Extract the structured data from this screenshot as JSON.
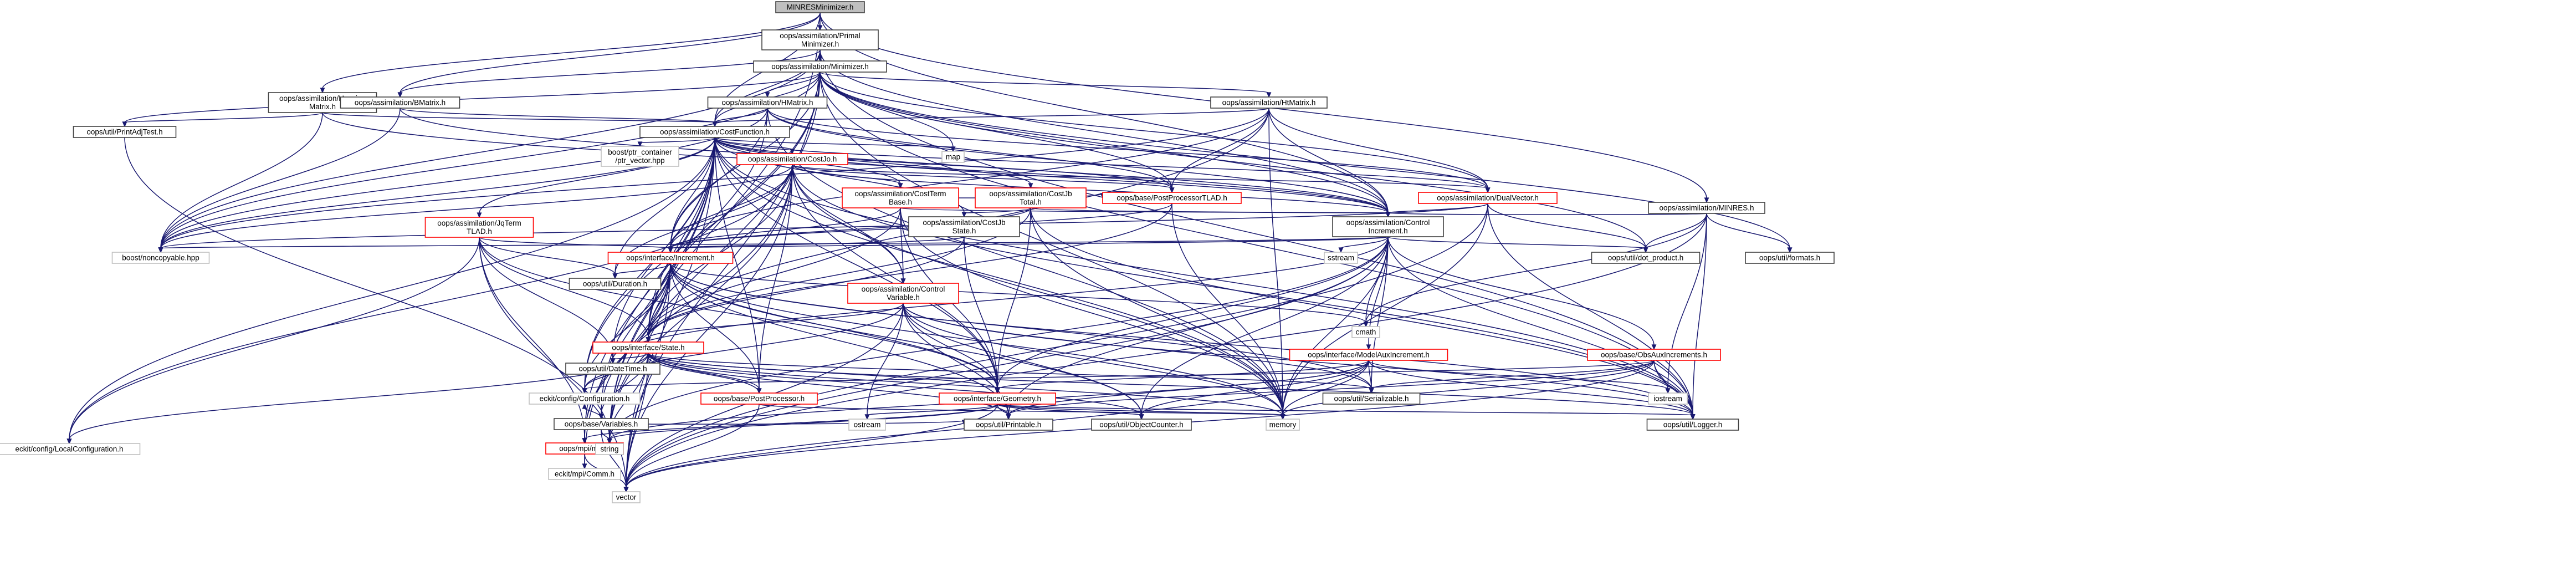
{
  "diagram": {
    "title": "MINRESMinimizer.h include dependency graph",
    "colors": {
      "root_fill": "#bfbfbf",
      "node_fill": "#ffffff",
      "node_stroke": "#404040",
      "missing_stroke": "#bfbfbf",
      "linked_text": "#000000",
      "red_text": "#000000",
      "edge": "#191970",
      "red_border": "#ff0000"
    },
    "nodes": [
      {
        "id": "root",
        "lines": [
          "MINRESMinimizer.h"
        ],
        "style": "root"
      },
      {
        "id": "primal",
        "lines": [
          "oops/assimilation/Primal",
          "Minimizer.h"
        ],
        "style": "normal"
      },
      {
        "id": "minimizer",
        "lines": [
          "oops/assimilation/Minimizer.h"
        ],
        "style": "normal"
      },
      {
        "id": "hessian",
        "lines": [
          "oops/assimilation/Hessian",
          "Matrix.h"
        ],
        "style": "normal"
      },
      {
        "id": "bmatrix",
        "lines": [
          "oops/assimilation/BMatrix.h"
        ],
        "style": "normal"
      },
      {
        "id": "hmatrix",
        "lines": [
          "oops/assimilation/HMatrix.h"
        ],
        "style": "normal"
      },
      {
        "id": "htmatrix",
        "lines": [
          "oops/assimilation/HtMatrix.h"
        ],
        "style": "normal"
      },
      {
        "id": "minres",
        "lines": [
          "oops/assimilation/MINRES.h"
        ],
        "style": "normal"
      },
      {
        "id": "printadj",
        "lines": [
          "oops/util/PrintAdjTest.h"
        ],
        "style": "normal"
      },
      {
        "id": "costfunc",
        "lines": [
          "oops/assimilation/CostFunction.h"
        ],
        "style": "normal"
      },
      {
        "id": "ptrcontainer",
        "lines": [
          "boost/ptr_container",
          "/ptr_vector.hpp"
        ],
        "style": "missing"
      },
      {
        "id": "map",
        "lines": [
          "map"
        ],
        "style": "missing"
      },
      {
        "id": "costjo",
        "lines": [
          "oops/assimilation/CostJo.h"
        ],
        "style": "red"
      },
      {
        "id": "costtermbase",
        "lines": [
          "oops/assimilation/CostTerm",
          "Base.h"
        ],
        "style": "red"
      },
      {
        "id": "costjbtotal",
        "lines": [
          "oops/assimilation/CostJb",
          "Total.h"
        ],
        "style": "red"
      },
      {
        "id": "postprocTLAD",
        "lines": [
          "oops/base/PostProcessorTLAD.h"
        ],
        "style": "red"
      },
      {
        "id": "dualvector",
        "lines": [
          "oops/assimilation/DualVector.h"
        ],
        "style": "red"
      },
      {
        "id": "jqterm",
        "lines": [
          "oops/assimilation/JqTerm",
          "TLAD.h"
        ],
        "style": "red"
      },
      {
        "id": "costjbstate",
        "lines": [
          "oops/assimilation/CostJb",
          "State.h"
        ],
        "style": "normal"
      },
      {
        "id": "controlinc",
        "lines": [
          "oops/assimilation/Control",
          "Increment.h"
        ],
        "style": "normal"
      },
      {
        "id": "noncopy",
        "lines": [
          "boost/noncopyable.hpp"
        ],
        "style": "missing"
      },
      {
        "id": "increment",
        "lines": [
          "oops/interface/Increment.h"
        ],
        "style": "red"
      },
      {
        "id": "controlvar",
        "lines": [
          "oops/assimilation/Control",
          "Variable.h"
        ],
        "style": "red"
      },
      {
        "id": "sstream",
        "lines": [
          "sstream"
        ],
        "style": "missing"
      },
      {
        "id": "dotproduct",
        "lines": [
          "oops/util/dot_product.h"
        ],
        "style": "normal"
      },
      {
        "id": "formats",
        "lines": [
          "oops/util/formats.h"
        ],
        "style": "normal"
      },
      {
        "id": "duration",
        "lines": [
          "oops/util/Duration.h"
        ],
        "style": "normal"
      },
      {
        "id": "cmath",
        "lines": [
          "cmath"
        ],
        "style": "missing"
      },
      {
        "id": "modelauxinc",
        "lines": [
          "oops/interface/ModelAuxIncrement.h"
        ],
        "style": "red"
      },
      {
        "id": "obsauxinc",
        "lines": [
          "oops/base/ObsAuxIncrements.h"
        ],
        "style": "red"
      },
      {
        "id": "state",
        "lines": [
          "oops/interface/State.h"
        ],
        "style": "red"
      },
      {
        "id": "datetime",
        "lines": [
          "oops/util/DateTime.h"
        ],
        "style": "normal"
      },
      {
        "id": "eckitconfig",
        "lines": [
          "eckit/config/Configuration.h"
        ],
        "style": "missing"
      },
      {
        "id": "geometry",
        "lines": [
          "oops/interface/Geometry.h"
        ],
        "style": "red"
      },
      {
        "id": "serializable",
        "lines": [
          "oops/util/Serializable.h"
        ],
        "style": "normal"
      },
      {
        "id": "iostream",
        "lines": [
          "iostream"
        ],
        "style": "missing"
      },
      {
        "id": "basevars",
        "lines": [
          "oops/base/Variables.h"
        ],
        "style": "normal"
      },
      {
        "id": "postproc",
        "lines": [
          "oops/base/PostProcessor.h"
        ],
        "style": "red"
      },
      {
        "id": "ostream",
        "lines": [
          "ostream"
        ],
        "style": "missing"
      },
      {
        "id": "printable",
        "lines": [
          "oops/util/Printable.h"
        ],
        "style": "normal"
      },
      {
        "id": "objcounter",
        "lines": [
          "oops/util/ObjectCounter.h"
        ],
        "style": "normal"
      },
      {
        "id": "memory",
        "lines": [
          "memory"
        ],
        "style": "missing"
      },
      {
        "id": "logger",
        "lines": [
          "oops/util/Logger.h"
        ],
        "style": "normal"
      },
      {
        "id": "localconfig",
        "lines": [
          "eckit/config/LocalConfiguration.h"
        ],
        "style": "missing"
      },
      {
        "id": "mpimpi",
        "lines": [
          "oops/mpi/mpi.h"
        ],
        "style": "red"
      },
      {
        "id": "string",
        "lines": [
          "string"
        ],
        "style": "missing"
      },
      {
        "id": "eckitcomm",
        "lines": [
          "eckit/mpi/Comm.h"
        ],
        "style": "missing"
      },
      {
        "id": "vector",
        "lines": [
          "vector"
        ],
        "style": "missing"
      }
    ],
    "edges": [
      [
        "root",
        "primal"
      ],
      [
        "root",
        "minres"
      ],
      [
        "root",
        "controlinc"
      ],
      [
        "root",
        "costfunc"
      ],
      [
        "root",
        "hessian"
      ],
      [
        "root",
        "bmatrix"
      ],
      [
        "root",
        "string"
      ],
      [
        "primal",
        "minimizer"
      ],
      [
        "primal",
        "costfunc"
      ],
      [
        "primal",
        "controlinc"
      ],
      [
        "primal",
        "bmatrix"
      ],
      [
        "primal",
        "noncopy"
      ],
      [
        "primal",
        "logger"
      ],
      [
        "primal",
        "vector"
      ],
      [
        "minimizer",
        "hmatrix"
      ],
      [
        "minimizer",
        "htmatrix"
      ],
      [
        "minimizer",
        "costfunc"
      ],
      [
        "minimizer",
        "controlinc"
      ],
      [
        "minimizer",
        "dualvector"
      ],
      [
        "minimizer",
        "printadj"
      ],
      [
        "minimizer",
        "noncopy"
      ],
      [
        "minimizer",
        "logger"
      ],
      [
        "minimizer",
        "map"
      ],
      [
        "minimizer",
        "increment"
      ],
      [
        "minimizer",
        "state"
      ],
      [
        "minimizer",
        "postprocTLAD"
      ],
      [
        "minimizer",
        "dotproduct"
      ],
      [
        "minimizer",
        "formats"
      ],
      [
        "minimizer",
        "eckitconfig"
      ],
      [
        "minimizer",
        "string"
      ],
      [
        "minimizer",
        "memory"
      ],
      [
        "hessian",
        "costfunc"
      ],
      [
        "hessian",
        "controlinc"
      ],
      [
        "hessian",
        "printadj"
      ],
      [
        "hessian",
        "noncopy"
      ],
      [
        "bmatrix",
        "costfunc"
      ],
      [
        "bmatrix",
        "controlinc"
      ],
      [
        "bmatrix",
        "noncopy"
      ],
      [
        "hmatrix",
        "costfunc"
      ],
      [
        "hmatrix",
        "controlinc"
      ],
      [
        "hmatrix",
        "dualvector"
      ],
      [
        "hmatrix",
        "increment"
      ],
      [
        "hmatrix",
        "state"
      ],
      [
        "hmatrix",
        "postprocTLAD"
      ],
      [
        "hmatrix",
        "noncopy"
      ],
      [
        "hmatrix",
        "memory"
      ],
      [
        "htmatrix",
        "costfunc"
      ],
      [
        "htmatrix",
        "controlinc"
      ],
      [
        "htmatrix",
        "dualvector"
      ],
      [
        "htmatrix",
        "increment"
      ],
      [
        "htmatrix",
        "state"
      ],
      [
        "htmatrix",
        "postprocTLAD"
      ],
      [
        "htmatrix",
        "noncopy"
      ],
      [
        "htmatrix",
        "memory"
      ],
      [
        "minres",
        "controlinc"
      ],
      [
        "minres",
        "dotproduct"
      ],
      [
        "minres",
        "formats"
      ],
      [
        "minres",
        "logger"
      ],
      [
        "minres",
        "cmath"
      ],
      [
        "minres",
        "iostream"
      ],
      [
        "minres",
        "vector"
      ],
      [
        "printadj",
        "string"
      ],
      [
        "costfunc",
        "ptrcontainer"
      ],
      [
        "costfunc",
        "map"
      ],
      [
        "costfunc",
        "costjo"
      ],
      [
        "costfunc",
        "costtermbase"
      ],
      [
        "costfunc",
        "costjbtotal"
      ],
      [
        "costfunc",
        "postprocTLAD"
      ],
      [
        "costfunc",
        "dualvector"
      ],
      [
        "costfunc",
        "jqterm"
      ],
      [
        "costfunc",
        "costjbstate"
      ],
      [
        "costfunc",
        "controlinc"
      ],
      [
        "costfunc",
        "controlvar"
      ],
      [
        "costfunc",
        "noncopy"
      ],
      [
        "costfunc",
        "increment"
      ],
      [
        "costfunc",
        "state"
      ],
      [
        "costfunc",
        "geometry"
      ],
      [
        "costfunc",
        "duration"
      ],
      [
        "costfunc",
        "datetime"
      ],
      [
        "costfunc",
        "localconfig"
      ],
      [
        "costfunc",
        "mpimpi"
      ],
      [
        "costfunc",
        "eckitcomm"
      ],
      [
        "costfunc",
        "logger"
      ],
      [
        "costfunc",
        "basevars"
      ],
      [
        "costfunc",
        "postproc"
      ],
      [
        "costfunc",
        "eckitconfig"
      ],
      [
        "costfunc",
        "memory"
      ],
      [
        "costfunc",
        "string"
      ],
      [
        "costfunc",
        "vector"
      ],
      [
        "costjo",
        "costtermbase"
      ],
      [
        "costjo",
        "controlinc"
      ],
      [
        "costjo",
        "controlvar"
      ],
      [
        "costjo",
        "dualvector"
      ],
      [
        "costjo",
        "increment"
      ],
      [
        "costjo",
        "state"
      ],
      [
        "costjo",
        "geometry"
      ],
      [
        "costjo",
        "postproc"
      ],
      [
        "costjo",
        "postprocTLAD"
      ],
      [
        "costjo",
        "duration"
      ],
      [
        "costjo",
        "localconfig"
      ],
      [
        "costjo",
        "mpimpi"
      ],
      [
        "costjo",
        "logger"
      ],
      [
        "costjo",
        "noncopy"
      ],
      [
        "costjo",
        "memory"
      ],
      [
        "costjo",
        "vector"
      ],
      [
        "costjo",
        "string"
      ],
      [
        "costtermbase",
        "controlinc"
      ],
      [
        "costtermbase",
        "controlvar"
      ],
      [
        "costtermbase",
        "increment"
      ],
      [
        "costtermbase",
        "postprocTLAD"
      ],
      [
        "costtermbase",
        "geometry"
      ],
      [
        "costtermbase",
        "state"
      ],
      [
        "costtermbase",
        "memory"
      ],
      [
        "costjbtotal",
        "costjbstate"
      ],
      [
        "costjbtotal",
        "controlinc"
      ],
      [
        "costjbtotal",
        "increment"
      ],
      [
        "costjbtotal",
        "geometry"
      ],
      [
        "costjbtotal",
        "state"
      ],
      [
        "costjbtotal",
        "logger"
      ],
      [
        "costjbtotal",
        "memory"
      ],
      [
        "postprocTLAD",
        "increment"
      ],
      [
        "postprocTLAD",
        "state"
      ],
      [
        "postprocTLAD",
        "memory"
      ],
      [
        "dualvector",
        "controlinc"
      ],
      [
        "dualvector",
        "dotproduct"
      ],
      [
        "dualvector",
        "logger"
      ],
      [
        "dualvector",
        "noncopy"
      ],
      [
        "dualvector",
        "memory"
      ],
      [
        "dualvector",
        "vector"
      ],
      [
        "jqterm",
        "increment"
      ],
      [
        "jqterm",
        "state"
      ],
      [
        "jqterm",
        "geometry"
      ],
      [
        "jqterm",
        "duration"
      ],
      [
        "jqterm",
        "datetime"
      ],
      [
        "jqterm",
        "localconfig"
      ],
      [
        "jqterm",
        "mpimpi"
      ],
      [
        "jqterm",
        "vector"
      ],
      [
        "costjbstate",
        "increment"
      ],
      [
        "costjbstate",
        "geometry"
      ],
      [
        "costjbstate",
        "state"
      ],
      [
        "controlinc",
        "increment"
      ],
      [
        "controlinc",
        "geometry"
      ],
      [
        "controlinc",
        "modelauxinc"
      ],
      [
        "controlinc",
        "obsauxinc"
      ],
      [
        "controlinc",
        "cmath"
      ],
      [
        "controlinc",
        "sstream"
      ],
      [
        "controlinc",
        "dotproduct"
      ],
      [
        "controlinc",
        "serializable"
      ],
      [
        "controlinc",
        "printable"
      ],
      [
        "controlinc",
        "objcounter"
      ],
      [
        "controlinc",
        "logger"
      ],
      [
        "controlinc",
        "memory"
      ],
      [
        "controlinc",
        "string"
      ],
      [
        "controlinc",
        "vector"
      ],
      [
        "controlinc",
        "noncopy"
      ],
      [
        "controlinc",
        "datetime"
      ],
      [
        "increment",
        "state"
      ],
      [
        "increment",
        "geometry"
      ],
      [
        "increment",
        "serializable"
      ],
      [
        "increment",
        "postproc"
      ],
      [
        "increment",
        "basevars"
      ],
      [
        "increment",
        "duration"
      ],
      [
        "increment",
        "datetime"
      ],
      [
        "increment",
        "eckitconfig"
      ],
      [
        "increment",
        "printable"
      ],
      [
        "increment",
        "objcounter"
      ],
      [
        "increment",
        "logger"
      ],
      [
        "increment",
        "memory"
      ],
      [
        "increment",
        "string"
      ],
      [
        "increment",
        "vector"
      ],
      [
        "increment",
        "mpimpi"
      ],
      [
        "increment",
        "cmath"
      ],
      [
        "controlvar",
        "state"
      ],
      [
        "controlvar",
        "geometry"
      ],
      [
        "controlvar",
        "serializable"
      ],
      [
        "controlvar",
        "printable"
      ],
      [
        "controlvar",
        "objcounter"
      ],
      [
        "controlvar",
        "logger"
      ],
      [
        "controlvar",
        "memory"
      ],
      [
        "controlvar",
        "ostream"
      ],
      [
        "controlvar",
        "vector"
      ],
      [
        "controlvar",
        "eckitconfig"
      ],
      [
        "modelauxinc",
        "geometry"
      ],
      [
        "modelauxinc",
        "serializable"
      ],
      [
        "modelauxinc",
        "printable"
      ],
      [
        "modelauxinc",
        "objcounter"
      ],
      [
        "modelauxinc",
        "logger"
      ],
      [
        "modelauxinc",
        "iostream"
      ],
      [
        "modelauxinc",
        "memory"
      ],
      [
        "modelauxinc",
        "vector"
      ],
      [
        "modelauxinc",
        "string"
      ],
      [
        "obsauxinc",
        "serializable"
      ],
      [
        "obsauxinc",
        "printable"
      ],
      [
        "obsauxinc",
        "logger"
      ],
      [
        "obsauxinc",
        "iostream"
      ],
      [
        "obsauxinc",
        "memory"
      ],
      [
        "obsauxinc",
        "vector"
      ],
      [
        "obsauxinc",
        "eckitconfig"
      ],
      [
        "state",
        "geometry"
      ],
      [
        "state",
        "serializable"
      ],
      [
        "state",
        "postproc"
      ],
      [
        "state",
        "basevars"
      ],
      [
        "state",
        "datetime"
      ],
      [
        "state",
        "eckitconfig"
      ],
      [
        "state",
        "printable"
      ],
      [
        "state",
        "objcounter"
      ],
      [
        "state",
        "logger"
      ],
      [
        "state",
        "string"
      ],
      [
        "state",
        "vector"
      ],
      [
        "state",
        "memory"
      ],
      [
        "state",
        "localconfig"
      ],
      [
        "geometry",
        "printable"
      ],
      [
        "geometry",
        "objcounter"
      ],
      [
        "geometry",
        "logger"
      ],
      [
        "geometry",
        "memory"
      ],
      [
        "geometry",
        "vector"
      ],
      [
        "geometry",
        "mpimpi"
      ],
      [
        "geometry",
        "string"
      ],
      [
        "geometry",
        "ostream"
      ],
      [
        "basevars",
        "eckitconfig"
      ],
      [
        "basevars",
        "printable"
      ],
      [
        "basevars",
        "string"
      ],
      [
        "basevars",
        "vector"
      ],
      [
        "postproc",
        "state"
      ],
      [
        "postproc",
        "memory"
      ],
      [
        "postproc",
        "vector"
      ],
      [
        "mpimpi",
        "eckitcomm"
      ],
      [
        "mpimpi",
        "vector"
      ],
      [
        "mpimpi",
        "string"
      ]
    ]
  }
}
